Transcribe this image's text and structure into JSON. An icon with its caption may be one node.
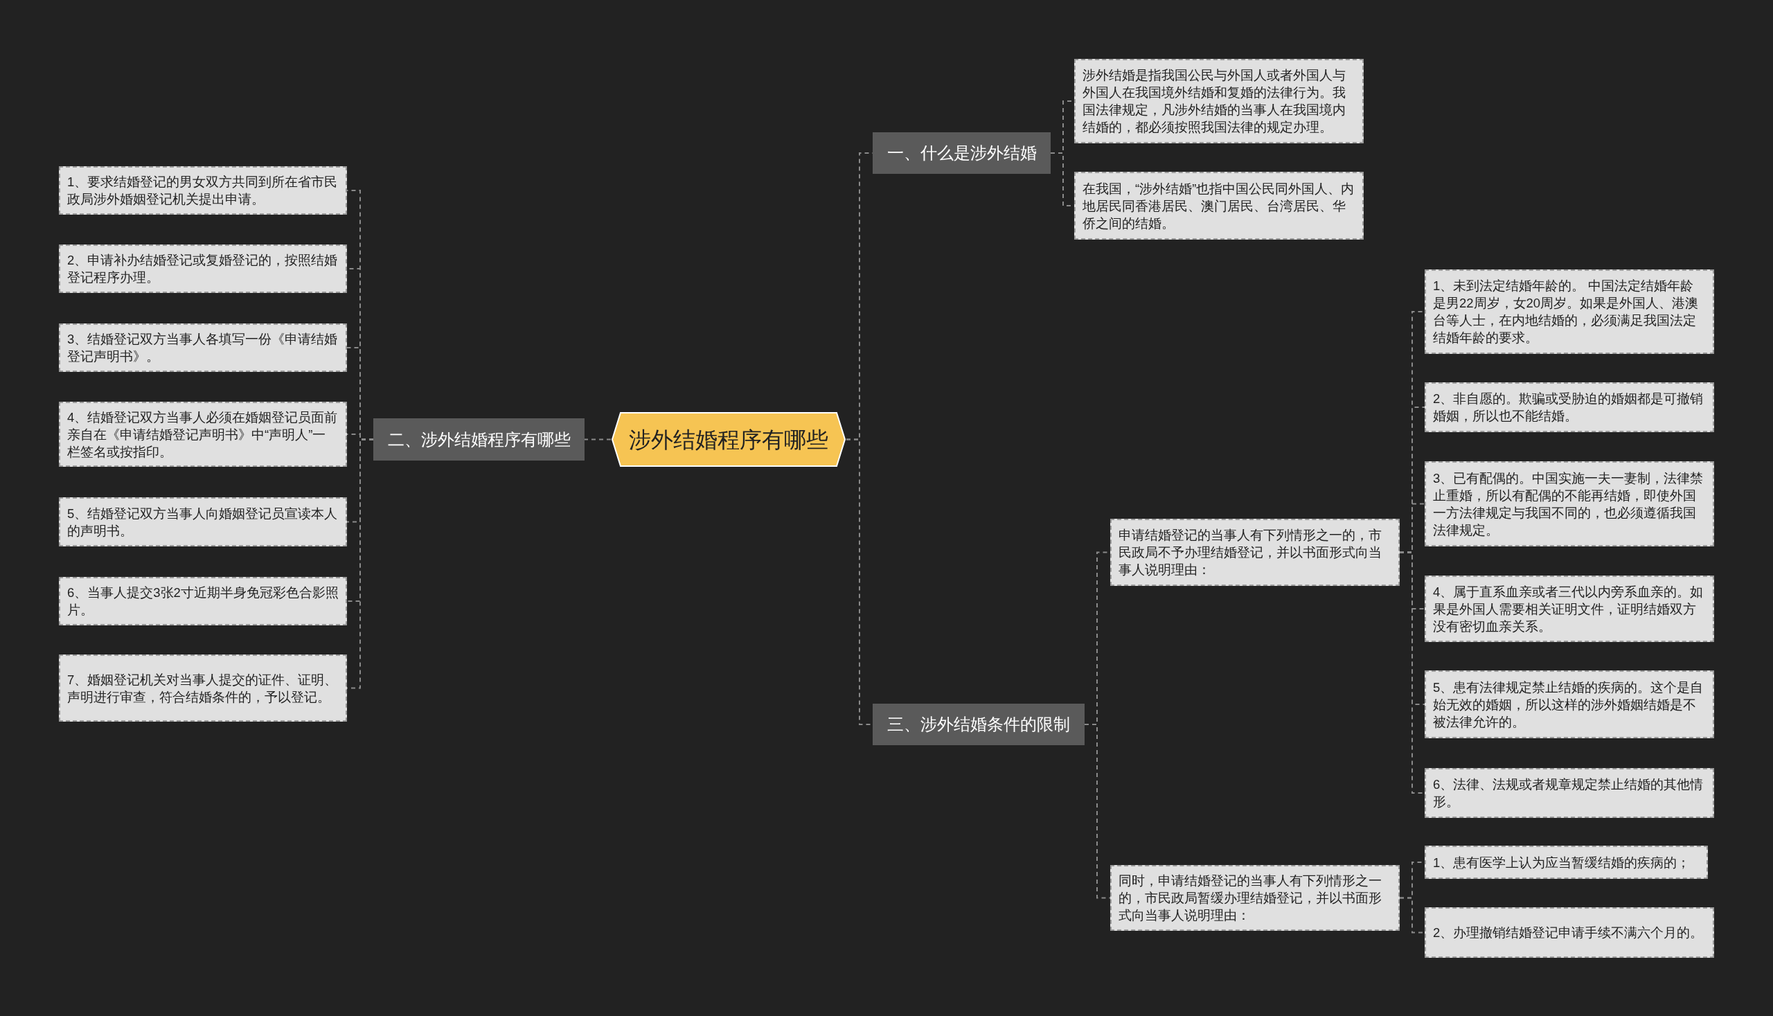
{
  "diagram": {
    "nodes": [
      {
        "text": [
          "涉外结婚程序有哪些"
        ]
      },
      {
        "text": [
          "一、什么是涉外结婚"
        ]
      },
      {
        "text": [
          "涉外结婚是指我国公民与外国人或者外国人与外国人在我国境外结婚和复婚的法律行为。我国法律规定，凡涉外结婚的当事人在我国境内结婚的，都必须按照我国法律的规定办理。"
        ]
      },
      {
        "text": [
          "在我国，“涉外结婚”也指中国公民同外国人、内地居民同香港居民、澳门居民、台湾居民、华侨之间的结婚。"
        ]
      },
      {
        "text": [
          "二、涉外结婚程序有哪些"
        ]
      },
      {
        "text": [
          "1、要求结婚登记的男女双方共同到所在省市民政局涉外婚姻登记机关提出申请。"
        ]
      },
      {
        "text": [
          "2、申请补办结婚登记或复婚登记的，按照结婚登记程序办理。"
        ]
      },
      {
        "text": [
          "3、结婚登记双方当事人各填写一份《申请结婚登记声明书》。"
        ]
      },
      {
        "text": [
          "4、结婚登记双方当事人必须在婚姻登记员面前亲自在《申请结婚登记声明书》中“声明人”一栏签名或按指印。"
        ]
      },
      {
        "text": [
          "5、结婚登记双方当事人向婚姻登记员宣读本人的声明书。"
        ]
      },
      {
        "text": [
          "6、当事人提交3张2寸近期半身免冠彩色合影照片。"
        ]
      },
      {
        "text": [
          "7、婚姻登记机关对当事人提交的证件、证明、声明进行审查，符合结婚条件的，予以登记。"
        ]
      },
      {
        "text": [
          "三、涉外结婚条件的限制"
        ]
      },
      {
        "text": [
          "申请结婚登记的当事人有下列情形之一的，市民政局不予办理结婚登记，并以书面形式向当事人说明理由："
        ]
      },
      {
        "text": [
          "1、未到法定结婚年龄的。 中国法定结婚年龄是男22周岁，女20周岁。如果是外国人、港澳台等人士，在内地结婚的，必须满足我国法定结婚年龄的要求。"
        ]
      },
      {
        "text": [
          "2、非自愿的。欺骗或受胁迫的婚姻都是可撤销婚姻，所以也不能结婚。"
        ]
      },
      {
        "text": [
          "3、已有配偶的。中国实施一夫一妻制，法律禁止重婚，所以有配偶的不能再结婚，即使外国一方法律规定与我国不同的，也必须遵循我国法律规定。"
        ]
      },
      {
        "text": [
          "4、属于直系血亲或者三代以内旁系血亲的。如果是外国人需要相关证明文件，证明结婚双方没有密切血亲关系。"
        ]
      },
      {
        "text": [
          "5、患有法律规定禁止结婚的疾病的。这个是自始无效的婚姻，所以这样的涉外婚姻结婚是不被法律允许的。"
        ]
      },
      {
        "text": [
          "6、法律、法规或者规章规定禁止结婚的其他情形。"
        ]
      },
      {
        "text": [
          "同时，申请结婚登记的当事人有下列情形之一的，市民政局暂缓办理结婚登记，并以书面形式向当事人说明理由："
        ]
      },
      {
        "text": [
          "1、患有医学上认为应当暂缓结婚的疾病的；"
        ]
      },
      {
        "text": [
          "2、办理撤销结婚登记申请手续不满六个月的。"
        ]
      }
    ],
    "edges": [
      {
        "from": 0,
        "to": 1,
        "arrow": "none",
        "style": "dashed"
      },
      {
        "from": 1,
        "to": 2,
        "arrow": "none",
        "style": "dashed"
      },
      {
        "from": 1,
        "to": 3,
        "arrow": "none",
        "style": "dashed"
      },
      {
        "from": 0,
        "to": 4,
        "arrow": "none",
        "style": "dashed"
      },
      {
        "from": 4,
        "to": 5,
        "arrow": "none",
        "style": "dashed"
      },
      {
        "from": 4,
        "to": 6,
        "arrow": "none",
        "style": "dashed"
      },
      {
        "from": 4,
        "to": 7,
        "arrow": "none",
        "style": "dashed"
      },
      {
        "from": 4,
        "to": 8,
        "arrow": "none",
        "style": "dashed"
      },
      {
        "from": 4,
        "to": 9,
        "arrow": "none",
        "style": "dashed"
      },
      {
        "from": 4,
        "to": 10,
        "arrow": "none",
        "style": "dashed"
      },
      {
        "from": 4,
        "to": 11,
        "arrow": "none",
        "style": "dashed"
      },
      {
        "from": 0,
        "to": 12,
        "arrow": "none",
        "style": "dashed"
      },
      {
        "from": 12,
        "to": 13,
        "arrow": "none",
        "style": "dashed"
      },
      {
        "from": 13,
        "to": 14,
        "arrow": "none",
        "style": "dashed"
      },
      {
        "from": 13,
        "to": 15,
        "arrow": "none",
        "style": "dashed"
      },
      {
        "from": 13,
        "to": 16,
        "arrow": "none",
        "style": "dashed"
      },
      {
        "from": 13,
        "to": 17,
        "arrow": "none",
        "style": "dashed"
      },
      {
        "from": 13,
        "to": 18,
        "arrow": "none",
        "style": "dashed"
      },
      {
        "from": 13,
        "to": 19,
        "arrow": "none",
        "style": "dashed"
      },
      {
        "from": 12,
        "to": 20,
        "arrow": "none",
        "style": "dashed"
      },
      {
        "from": 20,
        "to": 21,
        "arrow": "none",
        "style": "dashed"
      },
      {
        "from": 20,
        "to": 22,
        "arrow": "none",
        "style": "dashed"
      }
    ]
  }
}
